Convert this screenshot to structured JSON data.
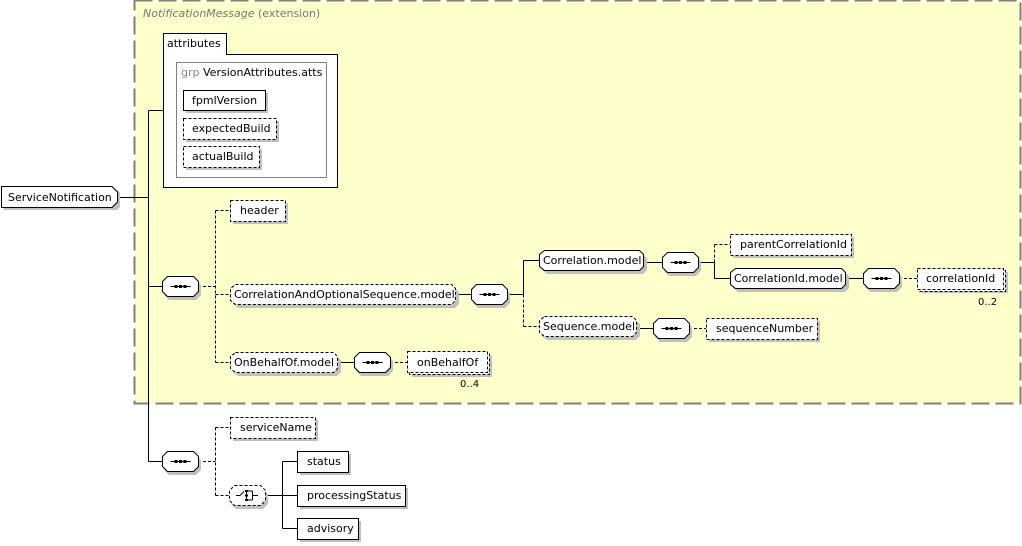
{
  "extension": {
    "base_type": "NotificationMessage",
    "kind": "(extension)",
    "fill_color": "#ffffcc",
    "border_color": "#808080"
  },
  "root": {
    "name": "ServiceNotification"
  },
  "attributes": {
    "tab_label": "attributes",
    "group_keyword": "grp",
    "group_name": "VersionAttributes.atts",
    "items": [
      {
        "name": "fpmlVersion",
        "optional": false
      },
      {
        "name": "expectedBuild",
        "optional": true
      },
      {
        "name": "actualBuild",
        "optional": true
      }
    ]
  },
  "sequence1": {
    "compositor": "sequence",
    "children": {
      "header": {
        "name": "header",
        "optional": true
      },
      "correlation_group": {
        "name": "CorrelationAndOptionalSequence.model",
        "optional": true
      },
      "onbehalf_group": {
        "name": "OnBehalfOf.model",
        "optional": true
      }
    }
  },
  "correlation_branch": {
    "correlation_model": {
      "name": "Correlation.model",
      "optional": false
    },
    "sequence_model": {
      "name": "Sequence.model",
      "optional": true
    },
    "parent_correlation_id": {
      "name": "parentCorrelationId",
      "optional": true
    },
    "correlation_id_model": {
      "name": "CorrelationId.model",
      "optional": false
    },
    "correlation_id": {
      "name": "correlationId",
      "optional": true,
      "occurrence": "0..2"
    },
    "sequence_number": {
      "name": "sequenceNumber",
      "optional": true
    }
  },
  "onbehalf_branch": {
    "on_behalf_of": {
      "name": "onBehalfOf",
      "optional": true,
      "occurrence": "0..4"
    }
  },
  "sequence2": {
    "compositor": "sequence",
    "service_name": {
      "name": "serviceName",
      "optional": true
    },
    "choice": {
      "compositor": "choice",
      "optional": true,
      "options": [
        {
          "name": "status"
        },
        {
          "name": "processingStatus"
        },
        {
          "name": "advisory"
        }
      ]
    }
  }
}
